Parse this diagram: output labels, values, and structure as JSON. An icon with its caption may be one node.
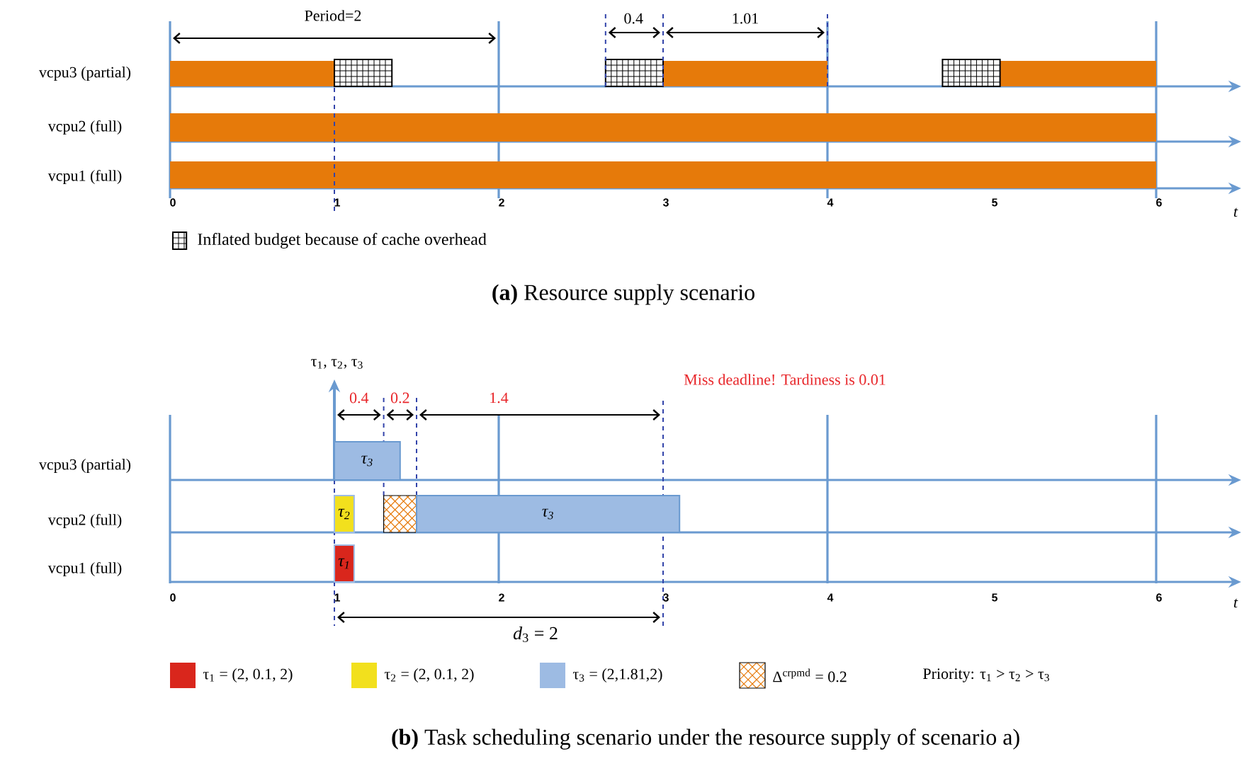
{
  "diagram": {
    "nodes": [
      {
        "text": [
          "τ$_{3}$"
        ]
      },
      {
        "text": [
          "τ$_{2}$"
        ]
      },
      {
        "text": [
          "τ$_{3}$"
        ]
      },
      {
        "text": [
          "τ$_{1}$"
        ]
      }
    ],
    "labels": [
      "Period=2",
      "0.4",
      "1.01",
      "vcpu3 (partial)",
      "vcpu2 (full)",
      "vcpu1 (full)",
      "0",
      "1",
      "2",
      "3",
      "4",
      "5",
      "6",
      "t",
      "**(a)** Resource supply scenario",
      "τ$_{1}$, τ$_{2}$, τ$_{3}$",
      "0.4",
      "0.2",
      "1.4",
      "Miss deadline! Tardiness is 0.01",
      "vcpu3 (partial)",
      "vcpu2 (full)",
      "vcpu1 (full)",
      "0",
      "1",
      "2",
      "3",
      "4",
      "5",
      "6",
      "t",
      "*d*$_{3}$ = 2",
      "Priority: τ$_{1}$ > τ$_{2}$ > τ$_{3}$",
      "**(b)** Task scheduling scenario under the resource supply of scenario a)"
    ],
    "legend": [
      {
        "text": "Inflated budget because of cache overhead"
      },
      {
        "text": "τ$_{1}$ = (2, 0.1, 2)",
        "color": "#d9261c"
      },
      {
        "text": "τ$_{2}$ = (2, 0.1, 2)",
        "color": "#f2e01d"
      },
      {
        "text": "τ$_{3}$ = (2,1.81,2)",
        "color": "#9dbbe3"
      },
      {
        "text": "Δ$^{crpmd}$ = 0.2"
      }
    ]
  }
}
